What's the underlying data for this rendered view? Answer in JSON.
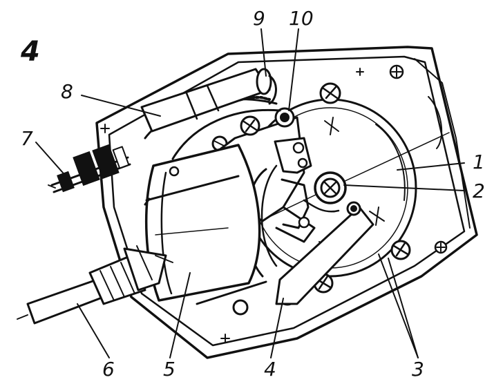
{
  "figure": {
    "number": "4"
  },
  "callouts": {
    "c1": "1",
    "c2": "2",
    "c3": "3",
    "c4": "4",
    "c5": "5",
    "c6": "6",
    "c7": "7",
    "c8": "8",
    "c9": "9",
    "c10": "10"
  },
  "colors": {
    "ink": "#111111",
    "paper": "#ffffff"
  }
}
